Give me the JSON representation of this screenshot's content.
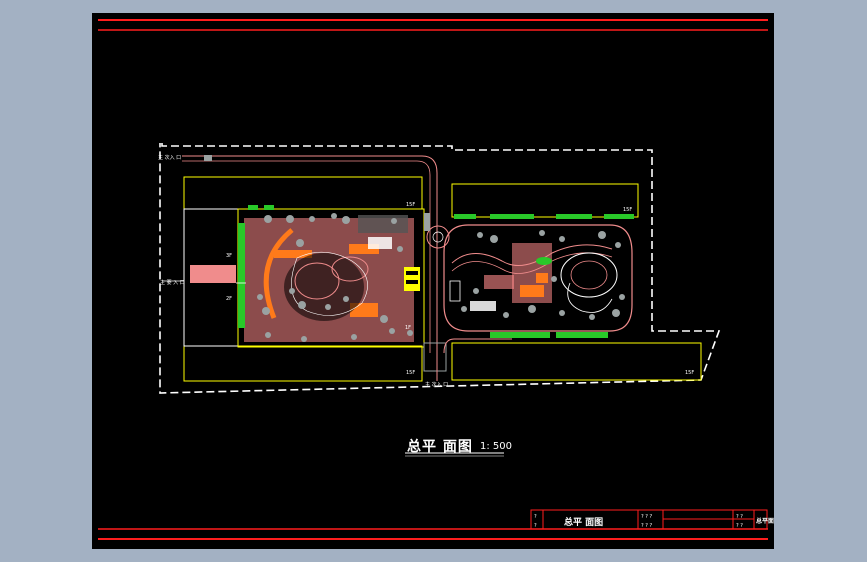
{
  "drawing": {
    "title": "总平 面图",
    "scale": "1: 500",
    "title_block_label": "总平 面图",
    "title_block_code": "总平面"
  },
  "labels": {
    "entrance_top": "主 次入 口",
    "entrance_left": "主 要 入 口",
    "entrance_bottom": "主 次入 口",
    "floor_15f_a": "15F",
    "floor_15f_b": "15F",
    "floor_15f_c": "15F",
    "floor_15f_d": "15F",
    "floor_3f": "3F",
    "floor_2f": "2F",
    "floor_1f": "1F"
  },
  "colors": {
    "frame_red": "#ff1e1e",
    "outline_white": "#ffffff",
    "building_yellow": "#ffff00",
    "landscape_pink": "#f08c8c",
    "paving_orange": "#ff7a1a",
    "green": "#29c929",
    "tree_dots": "#9aa2a2"
  }
}
